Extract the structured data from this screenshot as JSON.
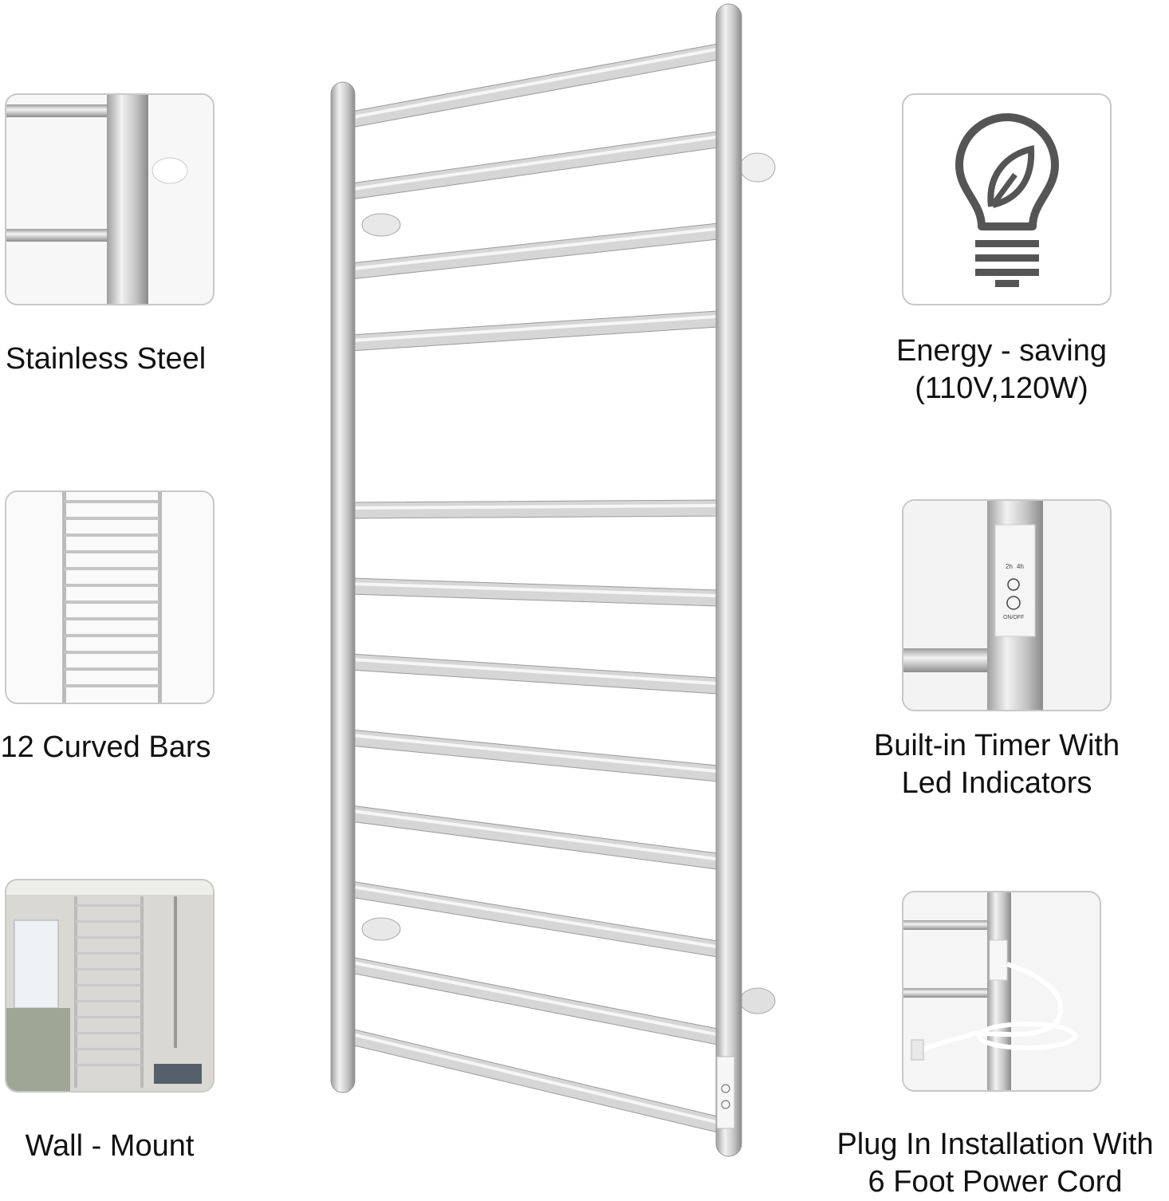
{
  "features": {
    "left": [
      {
        "caption": "Stainless Steel",
        "icon": "stainless-steel-closeup"
      },
      {
        "caption": "12 Curved Bars",
        "icon": "rack-bars-thumbnail"
      },
      {
        "caption": "Wall - Mount",
        "icon": "bathroom-wall-photo"
      }
    ],
    "right": [
      {
        "caption_line1": "Energy - saving",
        "caption_line2": "(110V,120W)",
        "icon": "eco-lightbulb-icon"
      },
      {
        "caption_line1": "Built-in Timer With",
        "caption_line2": "Led Indicators",
        "icon": "timer-panel-closeup"
      },
      {
        "caption_line1": "Plug In Installation With",
        "caption_line2": "6 Foot Power Cord",
        "icon": "power-cord-closeup"
      }
    ]
  },
  "timer": {
    "label_2h": "2h",
    "label_4h": "4h",
    "on_off": "ON/OFF"
  },
  "colors": {
    "steel": "#c9c9c9",
    "steel_dark": "#9a9a9a",
    "icon_gray": "#555555",
    "border": "#c8c8c8"
  }
}
